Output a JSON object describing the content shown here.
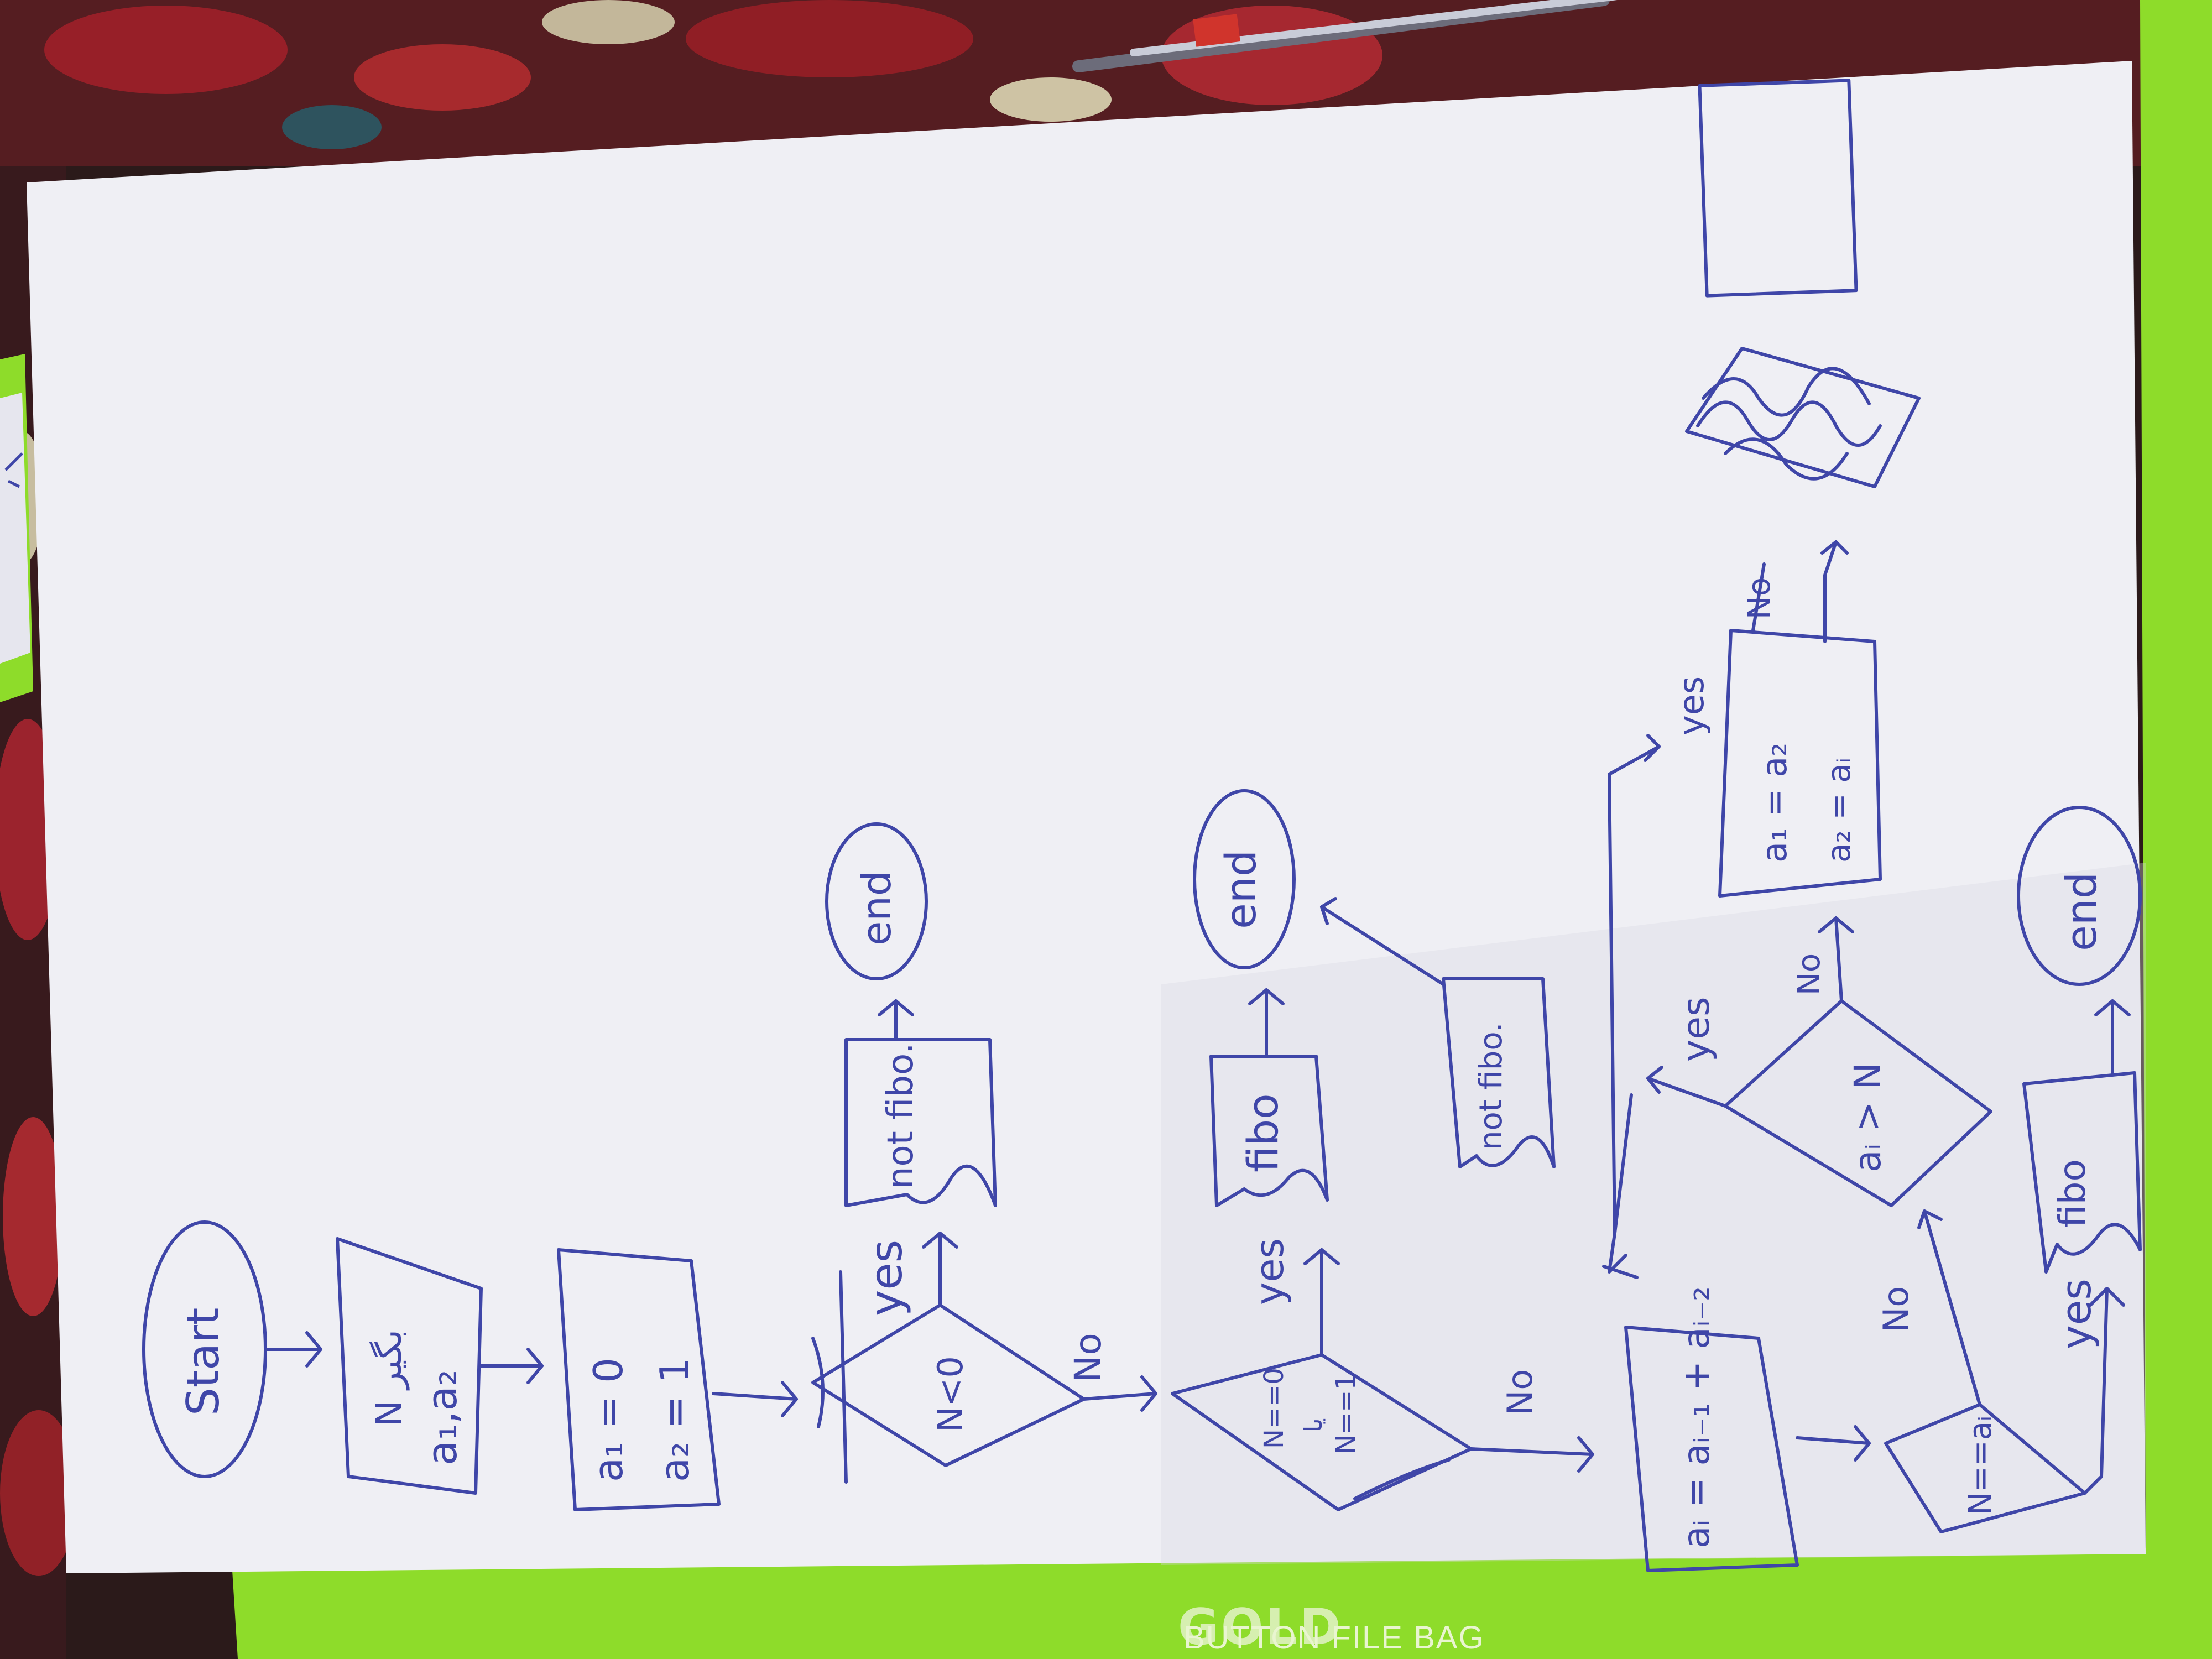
{
  "photo": {
    "bag_brand": "GOLD",
    "bag_label": "BUTTON FILE BAG",
    "colors": {
      "ink": "#3f46a8",
      "paper": "#efeff4",
      "bag": "#8edc2a",
      "carpet": "#2b1a1a"
    }
  },
  "flowchart": {
    "start": "Start",
    "input_line1": "N بگیر",
    "input_line2": "a₁,a₂",
    "init_line1": "a₁ = 0",
    "init_line2": "a₂ = 1",
    "cond_neg": "N<0",
    "yes1": "yes",
    "no1": "No",
    "out_notfibo1": "not fibo.",
    "end1": "end",
    "cond_zero_one_line1": "N==0",
    "cond_zero_one_line2": "یا",
    "cond_zero_one_line3": "N==1",
    "yes2": "yes",
    "no2": "No",
    "out_fibo1": "fibo",
    "end2": "end",
    "out_notfibo2": "not fibo.",
    "end3": "end",
    "compute": "aᵢ = aᵢ₋₁ + aᵢ₋₂",
    "cond_eq": "N==aᵢ",
    "yes3": "yes",
    "no3": "No",
    "out_fibo2": "fibo",
    "end4": "end",
    "cond_gt": "aᵢ > N",
    "yes4": "yes",
    "no4": "No",
    "update_line1": "a₁ = a₂",
    "update_line2": "a₂ = aᵢ",
    "yes5": "yes",
    "no5": "No"
  }
}
